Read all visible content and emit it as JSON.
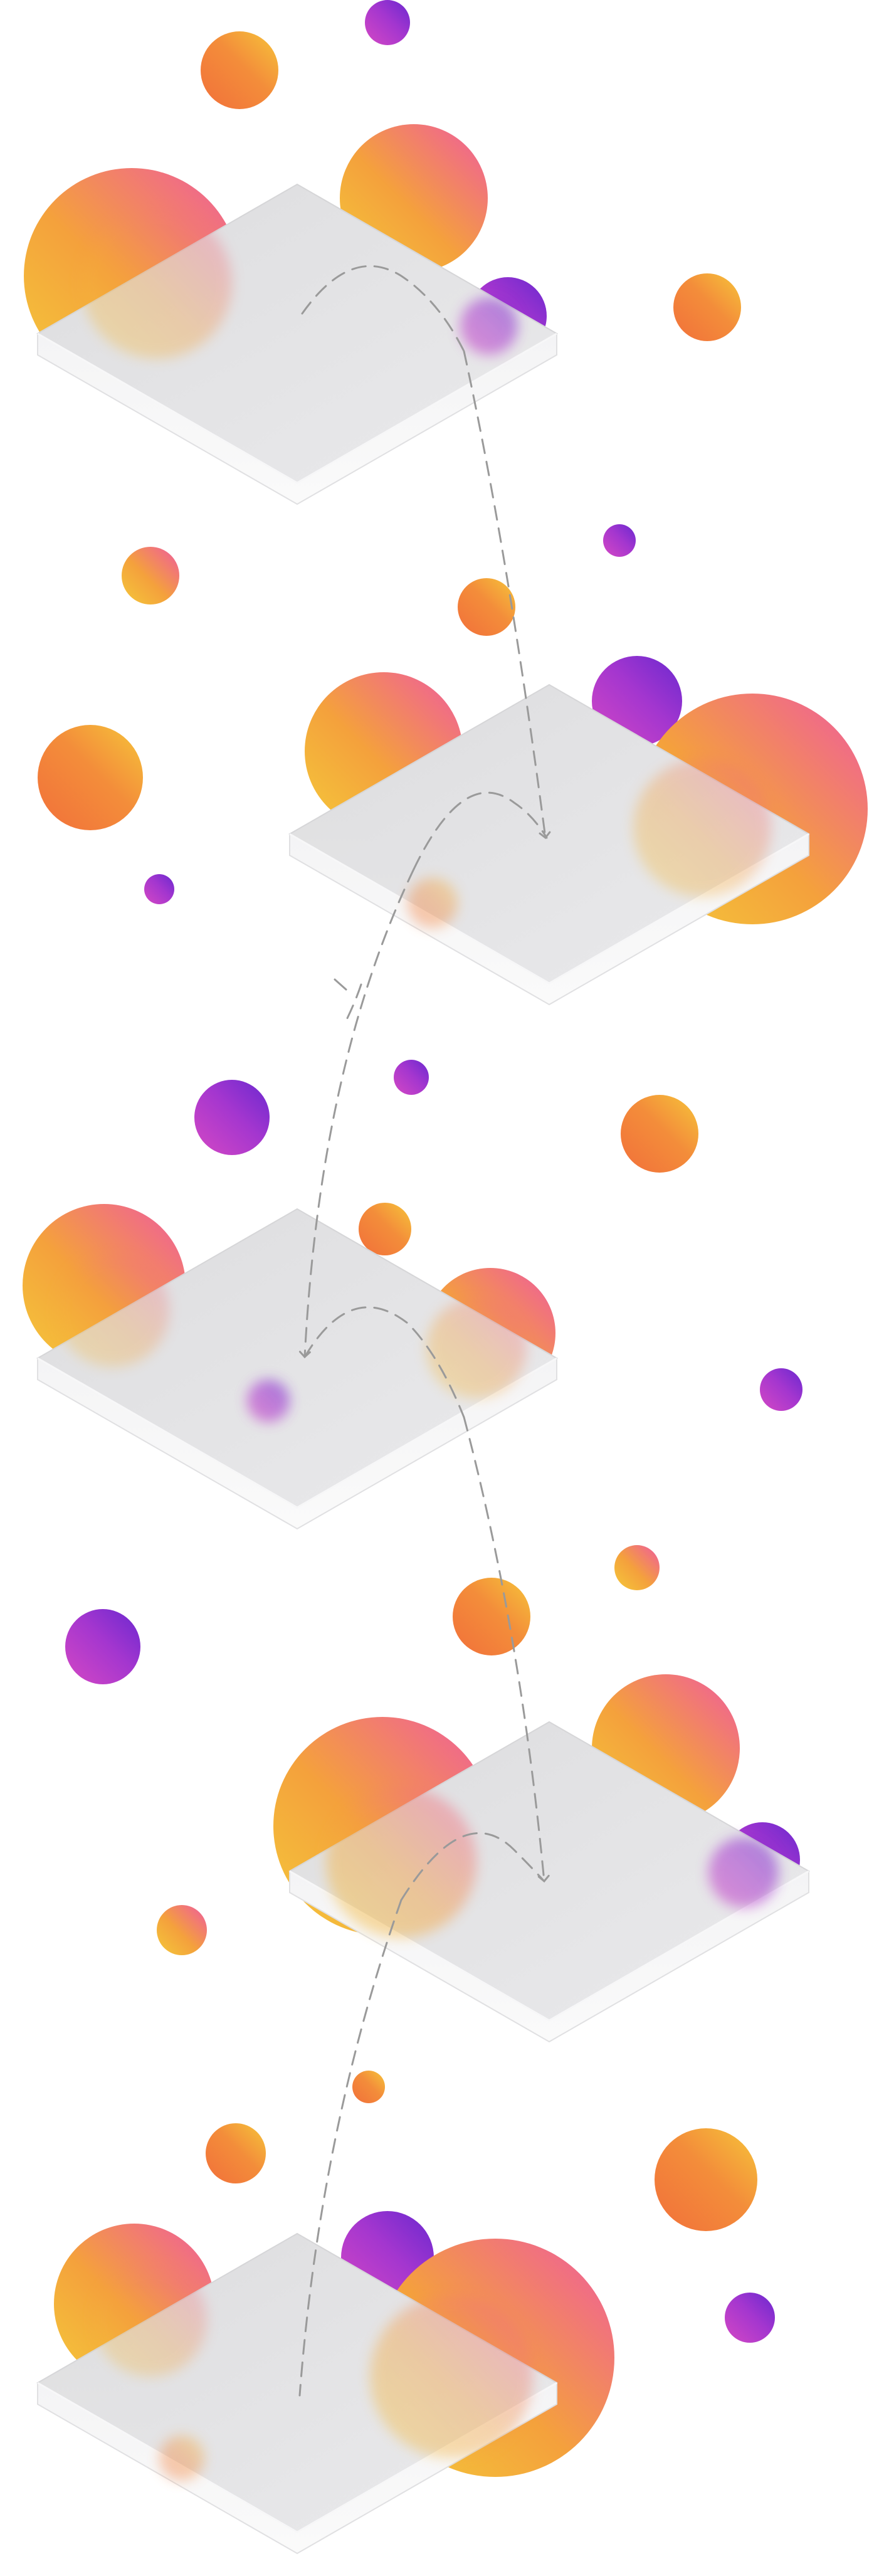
{
  "illustration": {
    "kind": "isometric-glass-steps-with-gradient-orbs",
    "step_count": 5,
    "connector_style": "dashed-curved-arrows",
    "platform_style": "frosted-glass-slab"
  },
  "palette": {
    "background": "#ffffff",
    "platform_top": "#e2e2e4",
    "platform_side": "#f2f2f3",
    "platform_edge": "#d6d6d8",
    "connector": "#9a9a9a",
    "orb_yellow": "#f5c83a",
    "orb_orange": "#f2793a",
    "orb_pink": "#ef5aa0",
    "orb_magenta": "#c23ccf",
    "orb_purple": "#7a2ad0"
  },
  "orb_gradients": [
    "sunset-pink",
    "orange-yellow",
    "violet-magenta"
  ]
}
